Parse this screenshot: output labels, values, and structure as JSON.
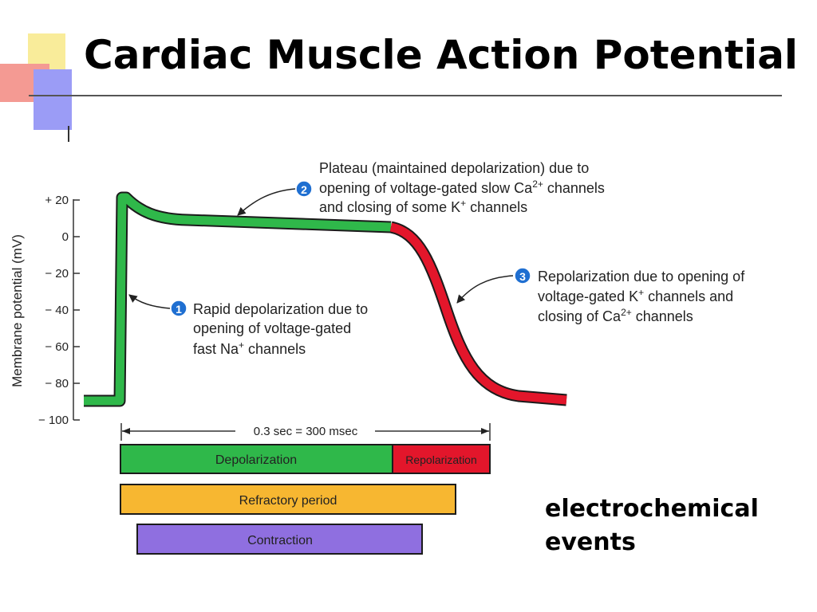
{
  "title": "Cardiac Muscle Action Potential",
  "caption": {
    "line1": "electrochemical",
    "line2": "events"
  },
  "axis": {
    "ylabel": "Membrane potential (mV)",
    "ticks": [
      "+ 20",
      "0",
      "− 20",
      "− 40",
      "− 60",
      "− 80",
      "− 100"
    ],
    "tick_values": [
      20,
      0,
      -20,
      -40,
      -60,
      -80,
      -100
    ]
  },
  "annotations": {
    "step1": {
      "number": "1",
      "line1": "Rapid depolarization due to",
      "line2": "opening of voltage-gated",
      "line3_pre": "fast Na",
      "line3_sup": "+",
      "line3_post": " channels"
    },
    "step2": {
      "number": "2",
      "line1": "Plateau (maintained depolarization) due to",
      "line2_pre": "opening of voltage-gated slow Ca",
      "line2_sup": "2+",
      "line2_post": " channels",
      "line3_pre": "and closing of some K",
      "line3_sup": "+",
      "line3_post": " channels"
    },
    "step3": {
      "number": "3",
      "line1": "Repolarization due to opening of",
      "line2_pre": "voltage-gated K",
      "line2_sup": "+",
      "line2_post": " channels and",
      "line3_pre": "closing of Ca",
      "line3_sup": "2+",
      "line3_post": " channels"
    }
  },
  "duration_label": "0.3 sec = 300 msec",
  "bars": {
    "depolarization": "Depolarization",
    "repolarization": "Repolarization",
    "refractory": "Refractory period",
    "contraction": "Contraction"
  },
  "colors": {
    "depolarization": "#2fb84a",
    "repolarization": "#e3162b",
    "refractory": "#f7b731",
    "contraction": "#8f6fe0",
    "step_circle": "#1f6fd1"
  }
}
